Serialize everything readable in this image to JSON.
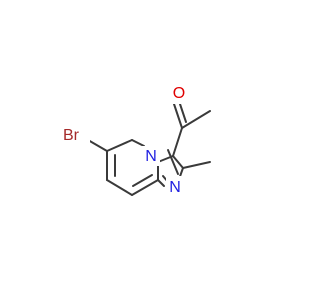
{
  "molecule": {
    "atoms": [
      {
        "id": "br",
        "symbol": "Br",
        "color": "#a52a2a"
      },
      {
        "id": "n_bridge",
        "symbol": "N",
        "color": "#1f1fe0"
      },
      {
        "id": "n_imid",
        "symbol": "N",
        "color": "#1f1fe0"
      },
      {
        "id": "o",
        "symbol": "O",
        "color": "#e00000"
      }
    ],
    "bond_color": "#3a3a3a"
  }
}
